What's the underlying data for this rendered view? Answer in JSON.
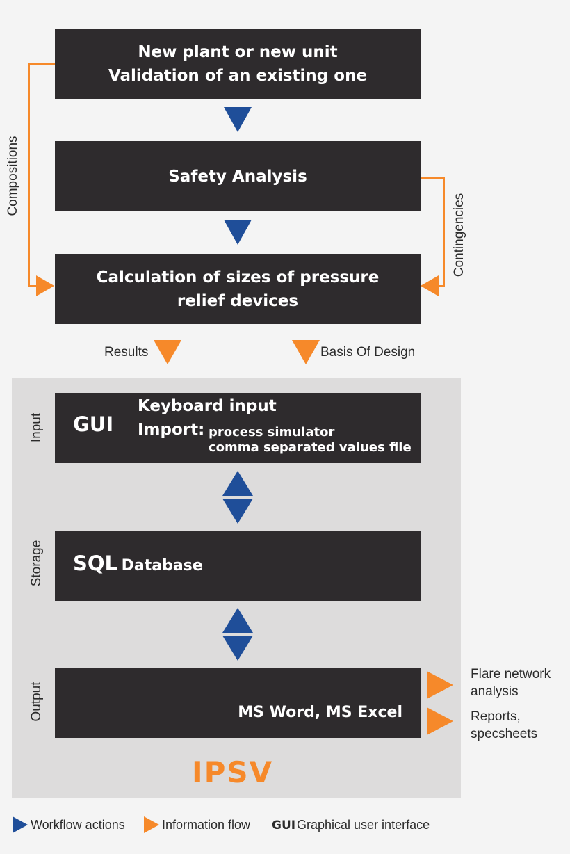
{
  "boxes": {
    "new_plant": {
      "line1": "New plant or new unit",
      "line2": "Validation of an existing one"
    },
    "safety": {
      "text": "Safety Analysis"
    },
    "calculation": {
      "line1": "Calculation of sizes of pressure",
      "line2": "relief devices"
    },
    "input": {
      "gui": "GUI",
      "keyboard": "Keyboard input",
      "import_label": "Import:",
      "import_item1": "process simulator",
      "import_item2": "comma separated values file"
    },
    "storage": {
      "sql": "SQL",
      "database": "Database"
    },
    "output": {
      "text": "MS Word, MS Excel"
    }
  },
  "flow_labels": {
    "compositions": "Compositions",
    "contingencies": "Contingencies",
    "results": "Results",
    "basis_of_design": "Basis Of Design"
  },
  "side_labels": {
    "input": "Input",
    "storage": "Storage",
    "output": "Output"
  },
  "outputs": {
    "flare": [
      "Flare network",
      "analysis"
    ],
    "reports": [
      "Reports,",
      "specsheets"
    ]
  },
  "product": "IPSV",
  "legend": {
    "workflow": "Workflow actions",
    "information": "Information flow",
    "gui_abbr": "GUI",
    "gui_desc": "Graphical user interface"
  },
  "colors": {
    "box": "#2e2b2d",
    "workflow_arrow": "#1f4e99",
    "information_arrow": "#f6892a",
    "panel": "#dddcdc"
  }
}
